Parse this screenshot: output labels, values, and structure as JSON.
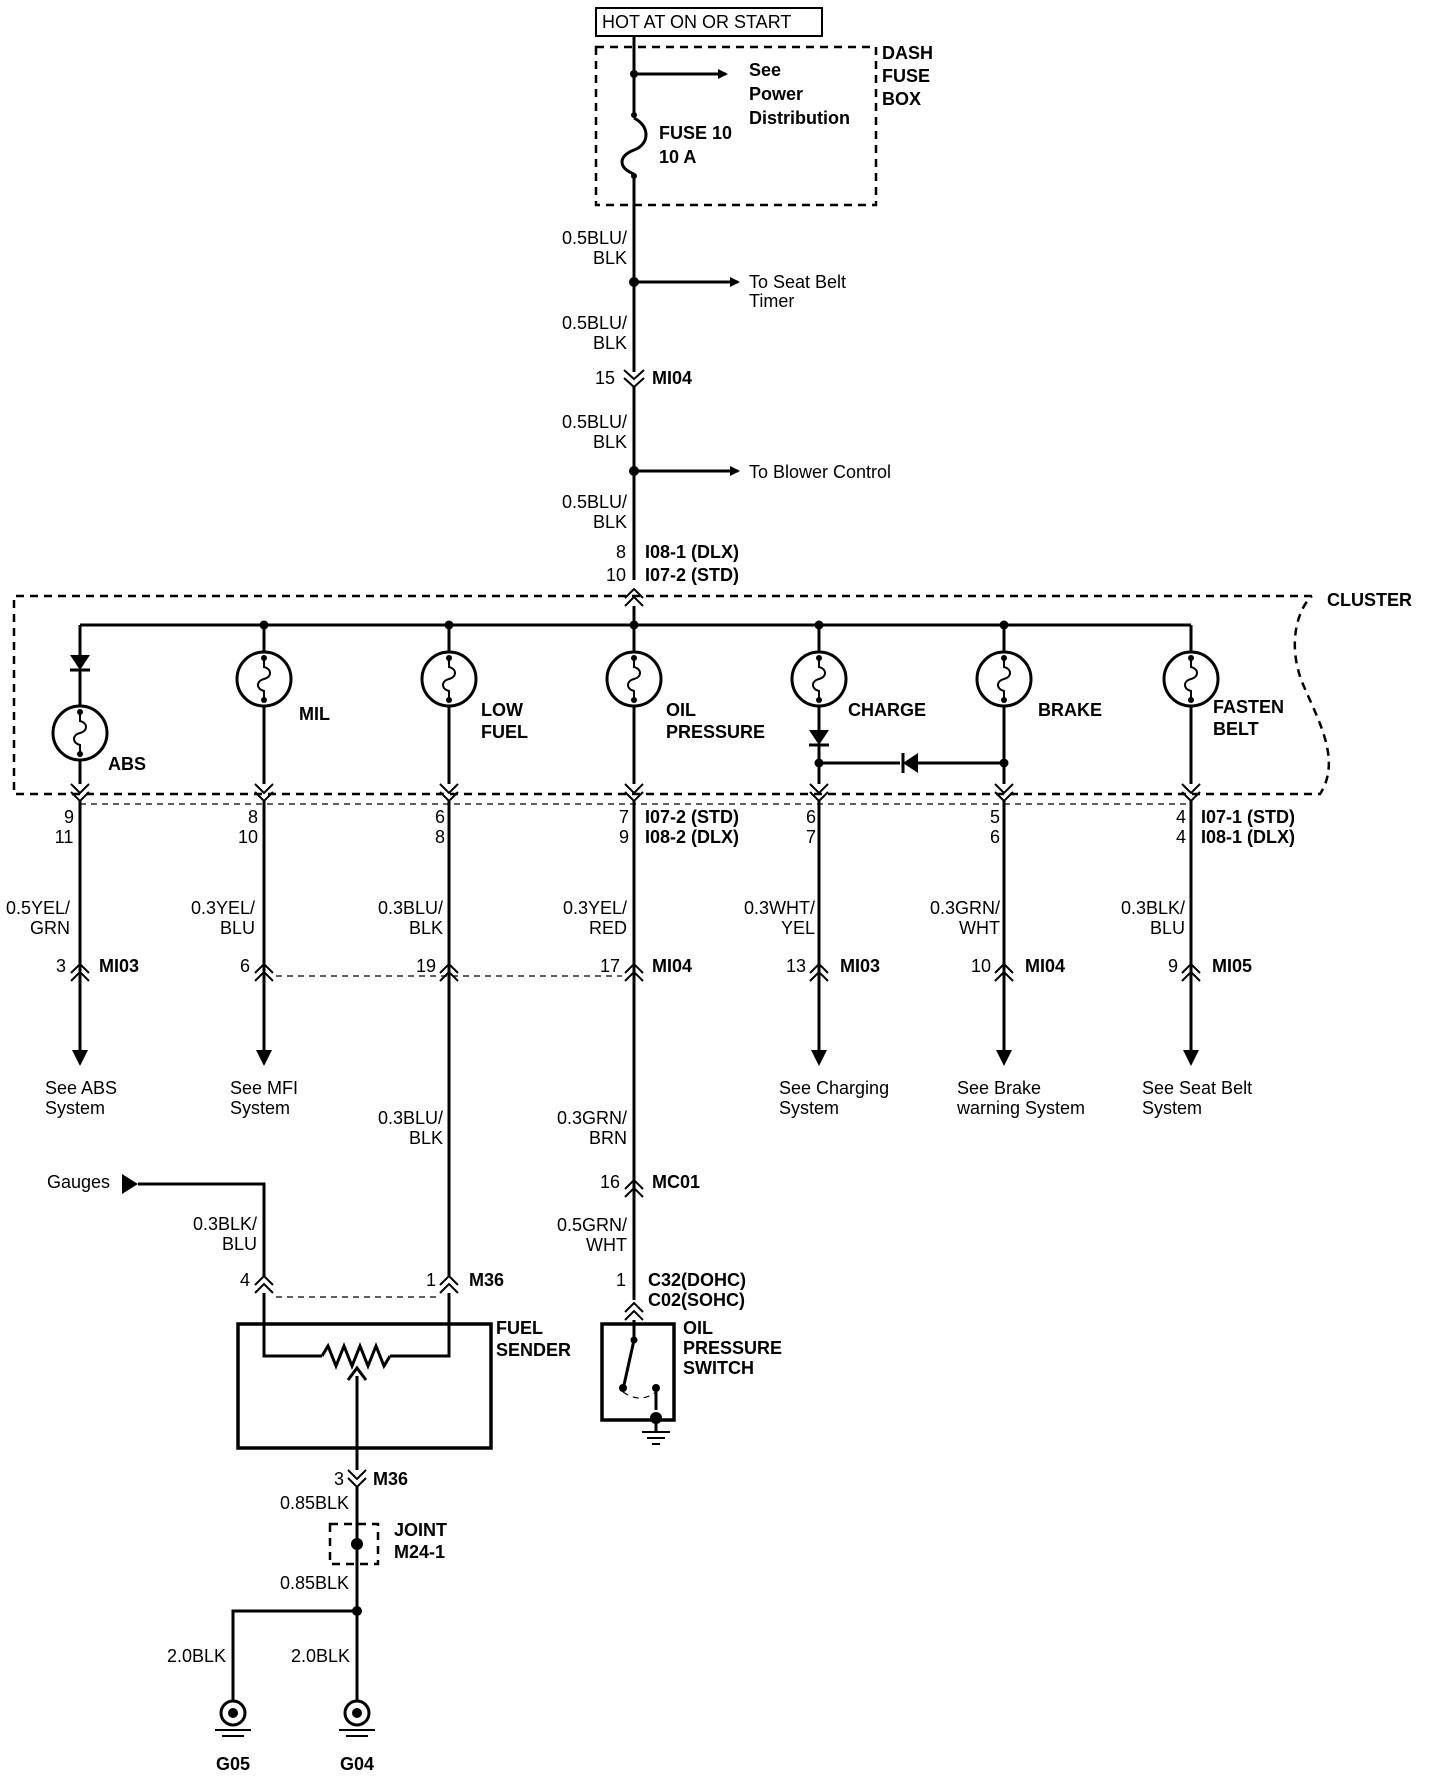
{
  "header": {
    "hot_label": "HOT AT ON OR START"
  },
  "fuse_box": {
    "name_lines": [
      "DASH",
      "FUSE",
      "BOX"
    ],
    "fuse_label": "FUSE 10",
    "fuse_rating": "10 A",
    "power_ref_lines": [
      "See",
      "Power",
      "Distribution"
    ]
  },
  "feed": {
    "wire": [
      "0.5BLU/",
      "BLK"
    ],
    "seat_belt_timer_lines": [
      "To Seat Belt",
      "Timer"
    ],
    "mi04_pin": "15",
    "mi04_conn": "MI04",
    "blower_label": "To Blower Control",
    "i08_pin": "8",
    "i08_conn": "I08-1 (DLX)",
    "i07_pin": "10",
    "i07_conn": "I07-2 (STD)"
  },
  "cluster": {
    "label": "CLUSTER",
    "lamps": [
      {
        "lines": [
          "ABS"
        ],
        "pins": [
          "9",
          "11"
        ],
        "conn": [],
        "wire": [
          "0.5YEL/",
          "GRN"
        ],
        "pin2": "3",
        "conn2": "MI03",
        "ref": [
          "See ABS",
          "System"
        ]
      },
      {
        "lines": [
          "MIL"
        ],
        "pins": [
          "8",
          "10"
        ],
        "conn": [],
        "wire": [
          "0.3YEL/",
          "BLU"
        ],
        "pin2": "6",
        "conn2": "",
        "ref": [
          "See MFI",
          "System"
        ]
      },
      {
        "lines": [
          "LOW",
          "FUEL"
        ],
        "pins": [
          "6",
          "8"
        ],
        "conn": [],
        "wire": [
          "0.3BLU/",
          "BLK"
        ],
        "pin2": "19",
        "conn2": "",
        "ref": []
      },
      {
        "lines": [
          "OIL",
          "PRESSURE"
        ],
        "pins": [
          "7",
          "9"
        ],
        "conn": [
          "I07-2 (STD)",
          "I08-2 (DLX)"
        ],
        "wire": [
          "0.3YEL/",
          "RED"
        ],
        "pin2": "17",
        "conn2": "MI04",
        "ref": []
      },
      {
        "lines": [
          "CHARGE"
        ],
        "pins": [
          "6",
          "7"
        ],
        "conn": [],
        "wire": [
          "0.3WHT/",
          "YEL"
        ],
        "pin2": "13",
        "conn2": "MI03",
        "ref": [
          "See Charging",
          "System"
        ]
      },
      {
        "lines": [
          "BRAKE"
        ],
        "pins": [
          "5",
          "6"
        ],
        "conn": [],
        "wire": [
          "0.3GRN/",
          "WHT"
        ],
        "pin2": "10",
        "conn2": "MI04",
        "ref": [
          "See  Brake",
          "warning System"
        ]
      },
      {
        "lines": [
          "FASTEN",
          "BELT"
        ],
        "pins": [
          "4",
          "4"
        ],
        "conn": [
          "I07-1 (STD)",
          "I08-1 (DLX)"
        ],
        "wire": [
          "0.3BLK/",
          "BLU"
        ],
        "pin2": "9",
        "conn2": "MI05",
        "ref": [
          "See  Seat Belt",
          "System"
        ]
      }
    ]
  },
  "fuel": {
    "wire_upper": [
      "0.3BLU/",
      "BLK"
    ],
    "gauges_label": "Gauges",
    "gauge_wire": [
      "0.3BLK/",
      "BLU"
    ],
    "pin_gauge": "4",
    "pin_sender": "1",
    "m36": "M36",
    "sender_lines": [
      "FUEL",
      "SENDER"
    ],
    "pin_ground": "3",
    "wire_085": "0.85BLK",
    "joint_lines": [
      "JOINT",
      "M24-1"
    ],
    "wire_20": "2.0BLK",
    "g05": "G05",
    "g04": "G04"
  },
  "oil": {
    "wire1": [
      "0.3GRN/",
      "BRN"
    ],
    "mc01_pin": "16",
    "mc01": "MC01",
    "wire2": [
      "0.5GRN/",
      "WHT"
    ],
    "sw_pin": "1",
    "sw_conn": [
      "C32(DOHC)",
      "C02(SOHC)"
    ],
    "switch_lines": [
      "OIL",
      "PRESSURE",
      "SWITCH"
    ]
  }
}
